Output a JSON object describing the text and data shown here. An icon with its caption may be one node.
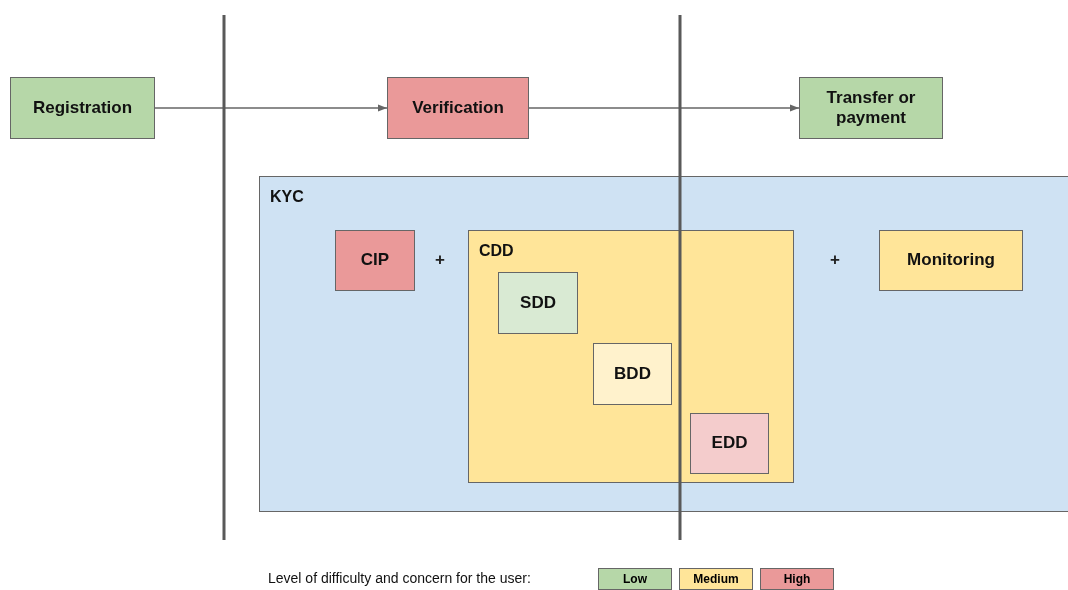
{
  "diagram": {
    "nodes": [
      {
        "text": [
          "Registration"
        ]
      },
      {
        "text": [
          "Verification"
        ]
      },
      {
        "text": [
          "Transfer or payment"
        ]
      },
      {
        "text": [
          "KYC"
        ]
      },
      {
        "text": [
          "CIP"
        ],
        "in": 3
      },
      {
        "text": [
          "CDD"
        ],
        "in": 3
      },
      {
        "text": [
          "SDD"
        ],
        "in": 5
      },
      {
        "text": [
          "BDD"
        ],
        "in": 5
      },
      {
        "text": [
          "EDD"
        ],
        "in": 5
      },
      {
        "text": [
          "Monitoring"
        ],
        "in": 3
      }
    ],
    "edges": [
      {
        "from": 0,
        "to": 1,
        "arrow": "to"
      },
      {
        "from": 1,
        "to": 2,
        "arrow": "to"
      }
    ],
    "labels": [
      "+",
      "+",
      "Level of difficulty and concern for the user:"
    ],
    "legend": [
      {
        "text": "Low",
        "color": "#b6d7a8"
      },
      {
        "text": "Medium",
        "color": "#ffe599"
      },
      {
        "text": "High",
        "color": "#ea9999"
      }
    ]
  }
}
